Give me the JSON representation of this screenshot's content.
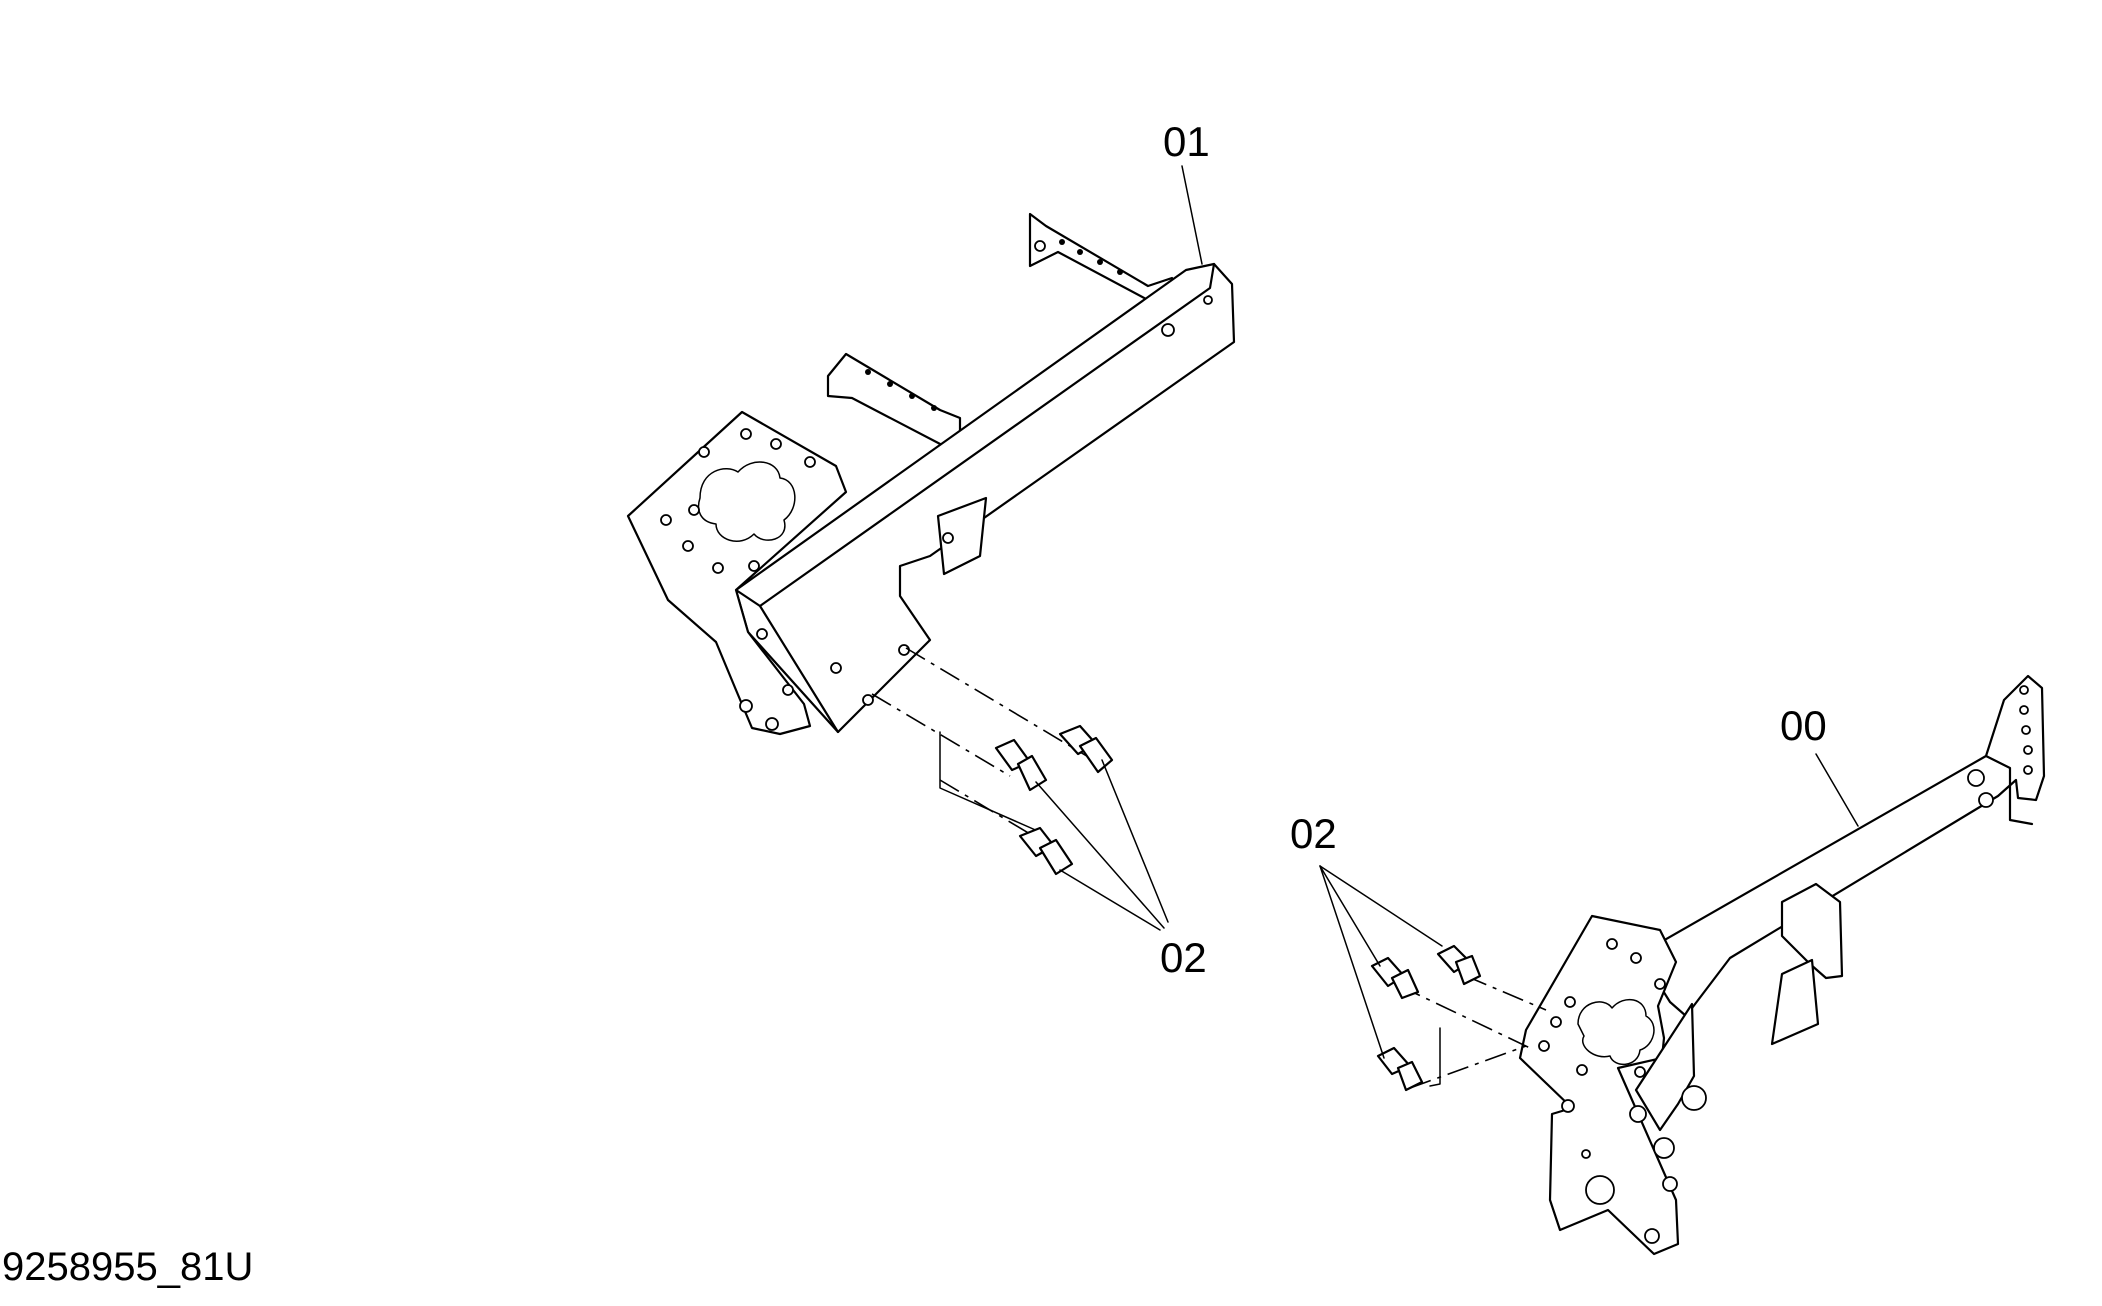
{
  "drawing": {
    "code": "9258955_81U",
    "callouts": {
      "part_01": "01",
      "part_00": "00",
      "bolt_left": "02",
      "bolt_right": "02"
    }
  },
  "colors": {
    "line": "#000000",
    "background": "#ffffff"
  }
}
